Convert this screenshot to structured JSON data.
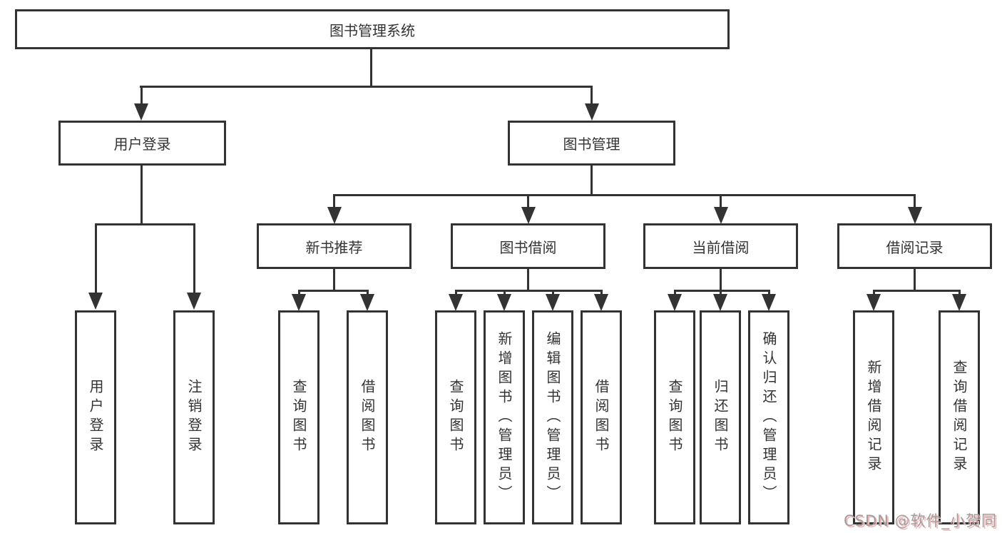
{
  "diagram": {
    "root": {
      "label": "图书管理系统"
    },
    "level2": [
      {
        "label": "用户登录"
      },
      {
        "label": "图书管理"
      }
    ],
    "level3": [
      {
        "label": "新书推荐"
      },
      {
        "label": "图书借阅"
      },
      {
        "label": "当前借阅"
      },
      {
        "label": "借阅记录"
      }
    ],
    "leaves": {
      "user_login": [
        "用户登录",
        "注销登录"
      ],
      "new_books": [
        "查询图书",
        "借阅图书"
      ],
      "book_borrow": [
        "查询图书",
        "新增图书（管理员）",
        "编辑图书（管理员）",
        "借阅图书"
      ],
      "current_borrow": [
        "查询图书",
        "归还图书",
        "确认归还（管理员）"
      ],
      "borrow_records": [
        "新增借阅记录",
        "查询借阅记录"
      ]
    },
    "colors": {
      "line": "#333333",
      "text": "#333333",
      "background": "#ffffff",
      "watermark": "#9e9e9e",
      "watermark_shadow": "#f8b7b7"
    },
    "watermark": {
      "text": "CSDN @软件_小贺同学"
    }
  }
}
